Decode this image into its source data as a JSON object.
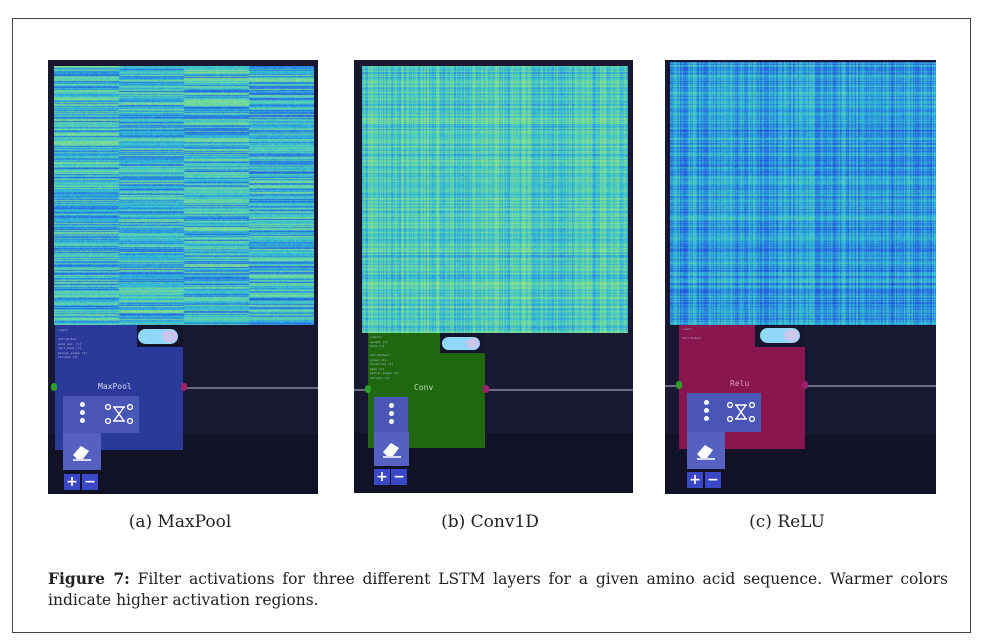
{
  "panels": [
    {
      "id": "a",
      "subcaption": "(a) MaxPool",
      "node_label": "MaxPool",
      "heatmap_style": "horizontal-bands",
      "node_color": "#2b3a9a",
      "info_text": "input:\n\nattributes:\nauto_pad  [1]\nceil_mode [1]\nkernel_shape [1]\nstrides [1]"
    },
    {
      "id": "b",
      "subcaption": "(b) Conv1D",
      "node_label": "Conv",
      "heatmap_style": "grid-warm",
      "node_color": "#1f680f",
      "info_text": "inputs:\nweight [1]\nbias [1]\n\nattributes:\ngroup [1]\ndilations [1]\npads [1]\nkernel_shape [1]\nstrides [1]"
    },
    {
      "id": "c",
      "subcaption": "(c) ReLU",
      "node_label": "Relu",
      "heatmap_style": "grid-cool",
      "node_color": "#8a1650",
      "info_text": "input:\n\nattributes:"
    }
  ],
  "controls": {
    "plus": "+",
    "minus": "−"
  },
  "icons": [
    "toggle-switch",
    "more-vertical-icon",
    "graph-nodes-icon",
    "eraser-icon",
    "plus-icon",
    "minus-icon"
  ],
  "caption": {
    "label": "Figure 7:",
    "text": " Filter activations for three different LSTM layers for a given amino acid sequence. Warmer colors indicate higher activation regions."
  }
}
